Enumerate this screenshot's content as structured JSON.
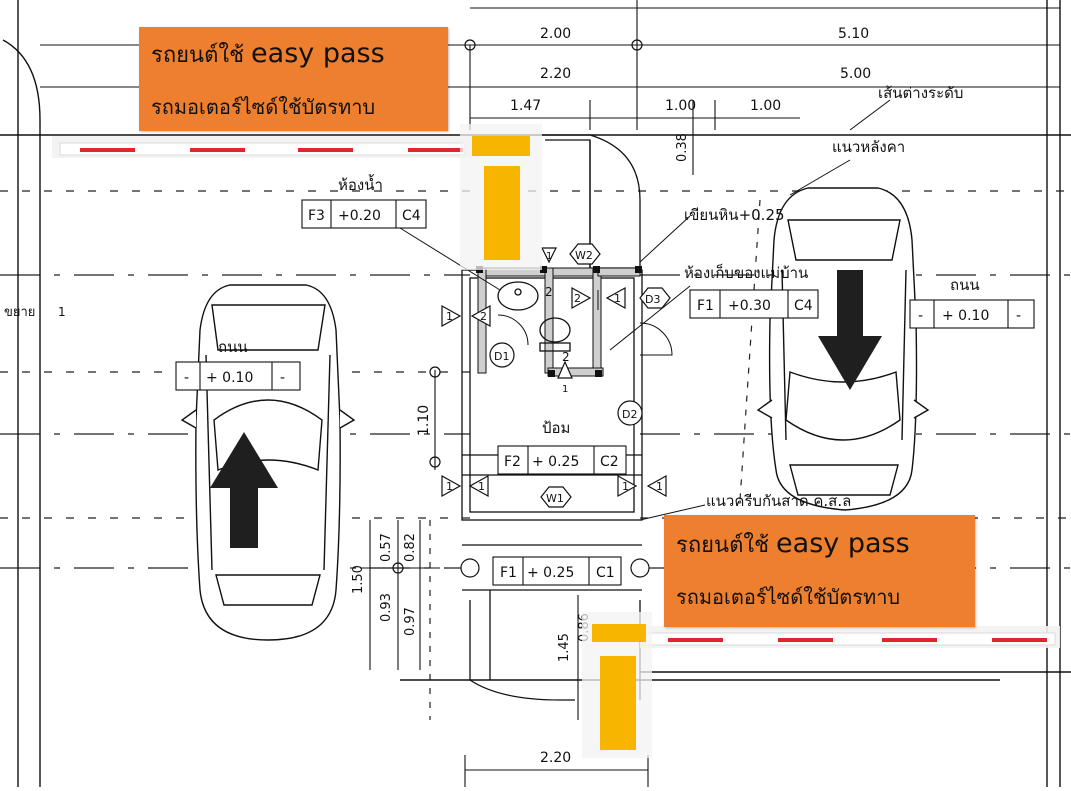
{
  "annotations": {
    "top": {
      "line1_prefix": "รถยนต์ใช้",
      "line1_emph": "easy pass",
      "line2": "รถมอเตอร์ไซด์ใช้บัตรทาบ"
    },
    "bottom": {
      "line1_prefix": "รถยนต์ใช้",
      "line1_emph": "easy pass",
      "line2": "รถมอเตอร์ไซด์ใช้บัตรทาบ"
    }
  },
  "colors": {
    "note_bg": "#ee7f2f",
    "barrier_post": "#f7b500",
    "barrier_stripe": "#e0262a",
    "arrow": "#1f1f1f"
  },
  "dimensions": {
    "d_top_2_00": "2.00",
    "d_top_5_10": "5.10",
    "d_2_20": "2.20",
    "d_5_00": "5.00",
    "d_1_47": "1.47",
    "d_1_00_a": "1.00",
    "d_1_00_b": "1.00",
    "d_0_38": "0.38",
    "d_1_10": "1.10",
    "d_0_57": "0.57",
    "d_0_82": "0.82",
    "d_1_50": "1.50",
    "d_0_93": "0.93",
    "d_0_97": "0.97",
    "d_0_86": "0.86",
    "d_1_45": "1.45",
    "d_bottom_2_20": "2.20"
  },
  "labels": {
    "level_line": "เส้นต่างระดับ",
    "roof_line": "แนวหลังคา",
    "curb": "เขียนหิน+0.25",
    "bathroom": "ห้องน้ำ",
    "storage": "ห้องเก็บของแม่บ้าน",
    "booth": "ป้อม",
    "road_right": "ถนน",
    "road_left": "ถนน",
    "gutter_line": "แนวครีบกันสาด ค.ส.ล",
    "detail": "ขยาย",
    "detail_no": "1"
  },
  "tags": {
    "bath": [
      "F3",
      "+0.20",
      "C4"
    ],
    "storage": [
      "F1",
      "+0.30",
      "C4"
    ],
    "booth": [
      "F2",
      "+ 0.25",
      "C2"
    ],
    "island": [
      "F1",
      "+ 0.25",
      "C1"
    ],
    "road_right": [
      "-",
      "+ 0.10",
      "-"
    ],
    "road_left": [
      "-",
      "+ 0.10",
      "-"
    ]
  },
  "markers": {
    "w1": "W1",
    "w2": "W2",
    "d1": "D1",
    "d2": "D2",
    "d3": "D3",
    "n1": "1",
    "n2": "2"
  }
}
